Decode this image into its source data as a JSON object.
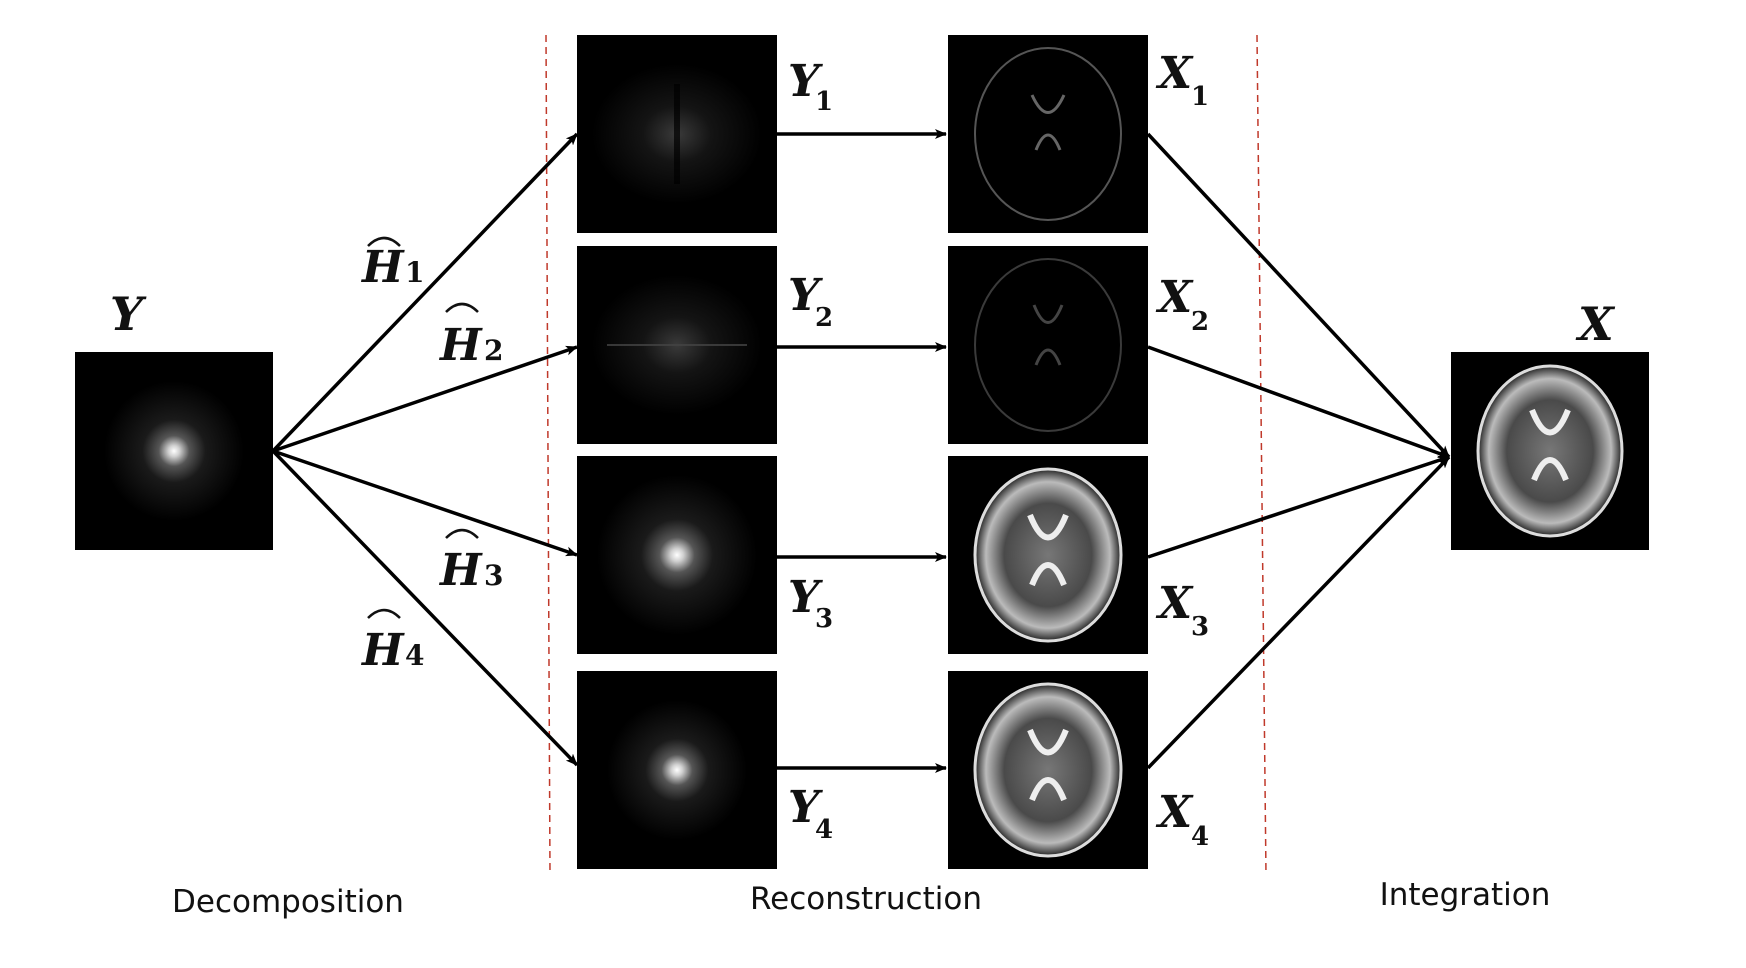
{
  "stages": {
    "decomposition": "Decomposition",
    "reconstruction": "Reconstruction",
    "integration": "Integration"
  },
  "input": {
    "symbol": "Y"
  },
  "output": {
    "symbol": "X"
  },
  "filters": [
    {
      "symbol": "H",
      "sub": "1"
    },
    {
      "symbol": "H",
      "sub": "2"
    },
    {
      "symbol": "H",
      "sub": "3"
    },
    {
      "symbol": "H",
      "sub": "4"
    }
  ],
  "kspace": [
    {
      "symbol": "Y",
      "sub": "1"
    },
    {
      "symbol": "Y",
      "sub": "2"
    },
    {
      "symbol": "Y",
      "sub": "3"
    },
    {
      "symbol": "Y",
      "sub": "4"
    }
  ],
  "images": [
    {
      "symbol": "X",
      "sub": "1"
    },
    {
      "symbol": "X",
      "sub": "2"
    },
    {
      "symbol": "X",
      "sub": "3"
    },
    {
      "symbol": "X",
      "sub": "4"
    }
  ],
  "colors": {
    "divider": "#c0392b",
    "arrow": "#000000",
    "panel": "#000000"
  }
}
